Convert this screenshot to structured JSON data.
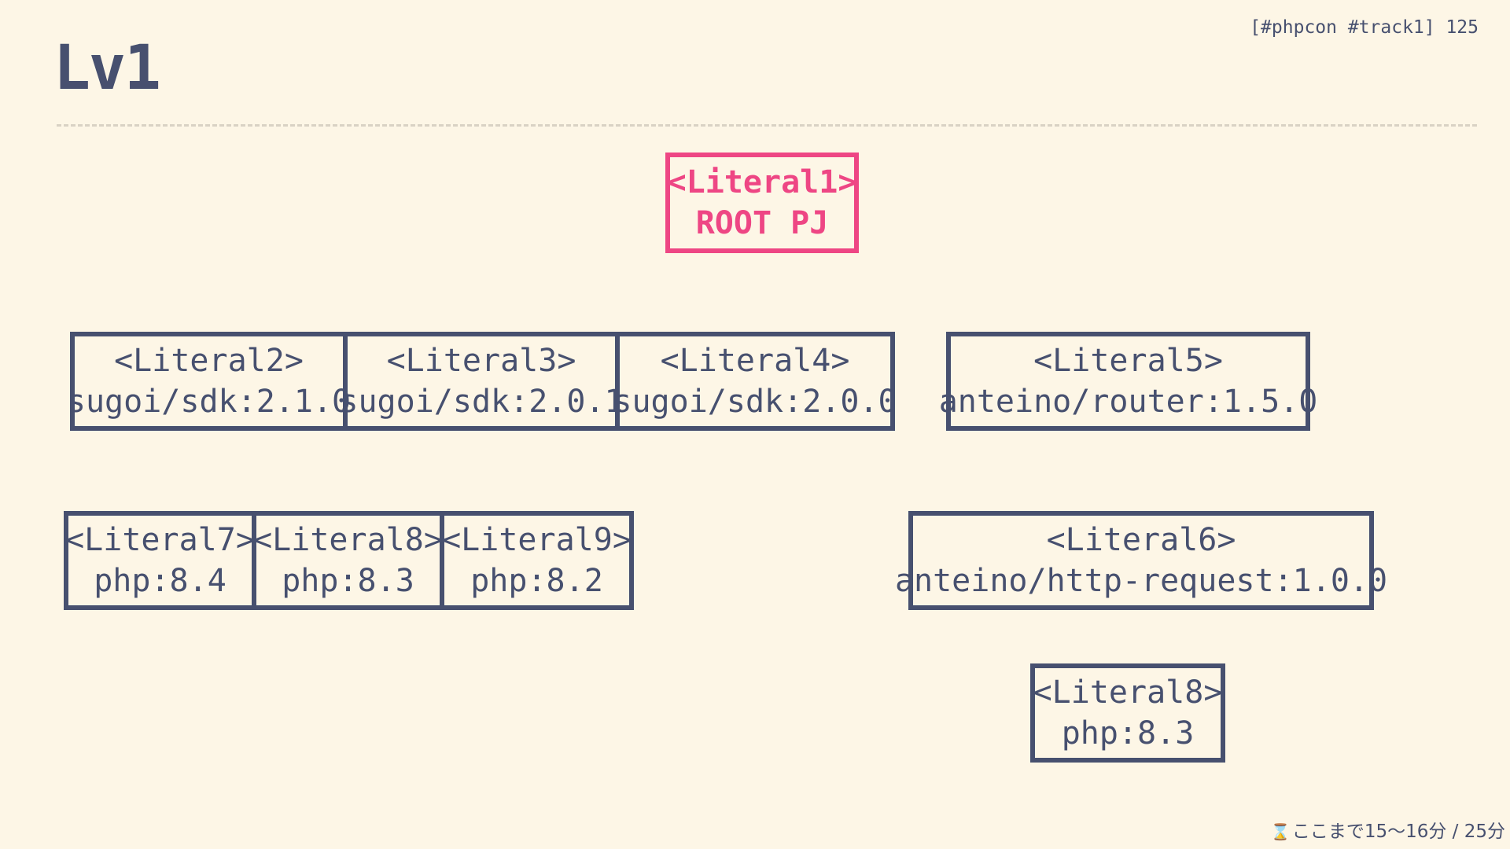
{
  "slide": {
    "title": "Lv1",
    "meta": "[#phpcon #track1] 125",
    "timer": "ここまで15〜16分 / 25分",
    "accent_color": "#ee4684",
    "primary_color": "#47506f",
    "background_color": "#fdf6e6"
  },
  "nodes": {
    "root": {
      "id": "<Literal1>",
      "label": "ROOT PJ"
    },
    "lit2": {
      "id": "<Literal2>",
      "label": "sugoi/sdk:2.1.0"
    },
    "lit3": {
      "id": "<Literal3>",
      "label": "sugoi/sdk:2.0.1"
    },
    "lit4": {
      "id": "<Literal4>",
      "label": "sugoi/sdk:2.0.0"
    },
    "lit5": {
      "id": "<Literal5>",
      "label": "anteino/router:1.5.0"
    },
    "lit7": {
      "id": "<Literal7>",
      "label": "php:8.4"
    },
    "lit8": {
      "id": "<Literal8>",
      "label": "php:8.3"
    },
    "lit9": {
      "id": "<Literal9>",
      "label": "php:8.2"
    },
    "lit6": {
      "id": "<Literal6>",
      "label": "anteino/http-request:1.0.0"
    },
    "lit8b": {
      "id": "<Literal8>",
      "label": "php:8.3"
    }
  },
  "icons": {
    "timer": "hourglass-icon"
  }
}
